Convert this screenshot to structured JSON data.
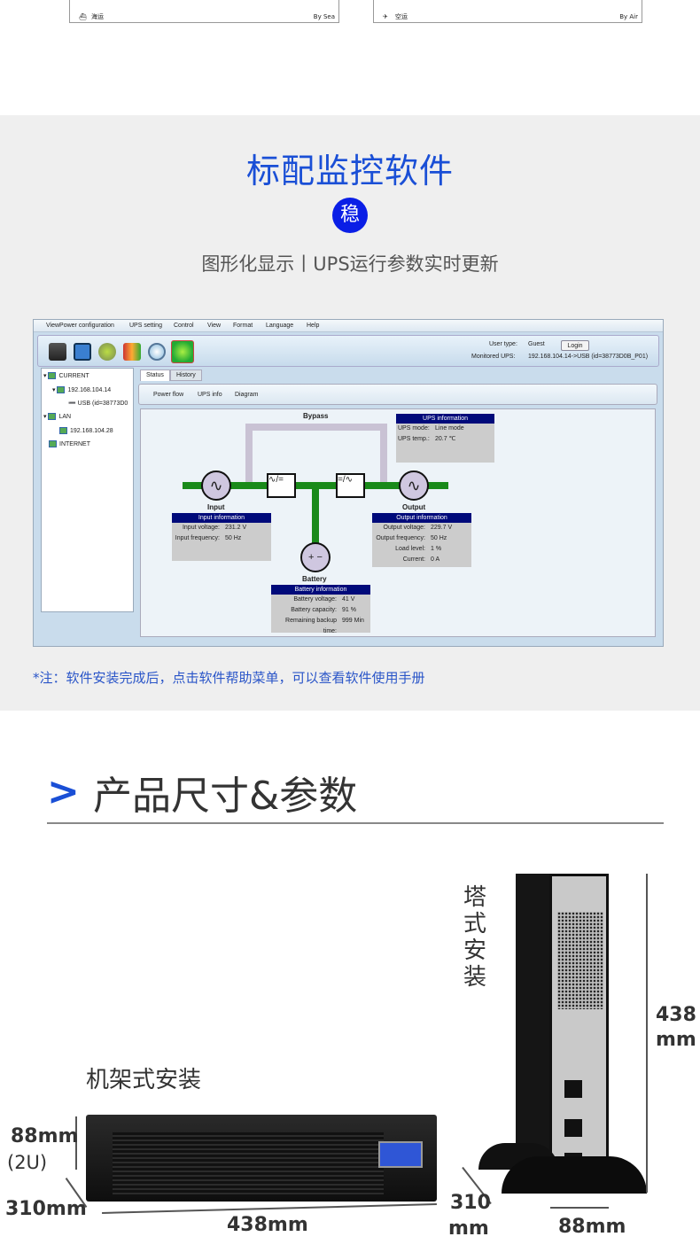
{
  "shipping_labels": [
    {
      "cn": "海运",
      "en": "By Sea"
    },
    {
      "cn": "空运",
      "en": "By Air"
    }
  ],
  "software_section": {
    "title": "标配监控软件",
    "badge": "稳",
    "subtitle": "图形化显示丨UPS运行参数实时更新",
    "note": "*注：软件安装完成后，点击软件帮助菜单，可以查看软件使用手册"
  },
  "app": {
    "menu": [
      "ViewPower configuration",
      "UPS setting",
      "Control",
      "View",
      "Format",
      "Language",
      "Help"
    ],
    "user_type_label": "User type:",
    "user_type": "Guest",
    "login": "Login",
    "monitored_label": "Monitored UPS:",
    "monitored": "192.168.104.14->USB (id=38773D0B_P01)",
    "tree": {
      "current": "CURRENT",
      "ip1": "192.168.104.14",
      "usb": "USB (id=38773D0",
      "lan": "LAN",
      "ip2": "192.168.104.28",
      "internet": "INTERNET"
    },
    "tabs": [
      "Status",
      "History"
    ],
    "subtabs": [
      "Power flow",
      "UPS info",
      "Diagram"
    ],
    "diagram": {
      "bypass": "Bypass",
      "input": "Input",
      "output": "Output",
      "battery": "Battery",
      "ups_info": {
        "title": "UPS information",
        "rows": [
          {
            "k": "UPS mode:",
            "v": "Line mode"
          },
          {
            "k": "UPS temp.:",
            "v": "20.7 ℃"
          }
        ]
      },
      "input_info": {
        "title": "Input information",
        "rows": [
          {
            "k": "Input voltage:",
            "v": "231.2 V"
          },
          {
            "k": "Input frequency:",
            "v": "50 Hz"
          }
        ]
      },
      "output_info": {
        "title": "Output information",
        "rows": [
          {
            "k": "Output voltage:",
            "v": "229.7 V"
          },
          {
            "k": "Output frequency:",
            "v": "50 Hz"
          },
          {
            "k": "Load level:",
            "v": "1 %"
          },
          {
            "k": "Current:",
            "v": "0 A"
          }
        ]
      },
      "battery_info": {
        "title": "Battery information",
        "rows": [
          {
            "k": "Battery voltage:",
            "v": "41 V"
          },
          {
            "k": "Battery capacity:",
            "v": "91 %"
          },
          {
            "k": "Remaining backup time:",
            "v": "999 Min"
          }
        ]
      }
    }
  },
  "dimensions": {
    "heading": "产品尺寸&参数",
    "rack_label": "机架式安装",
    "rack_height": "88mm",
    "rack_units": "(2U)",
    "rack_depth": "310mm",
    "rack_width": "438mm",
    "tower_label": "塔式安装",
    "tower_height": "438",
    "tower_height_unit": "mm",
    "tower_depth": "310",
    "tower_depth_unit": "mm",
    "tower_width": "88mm"
  }
}
